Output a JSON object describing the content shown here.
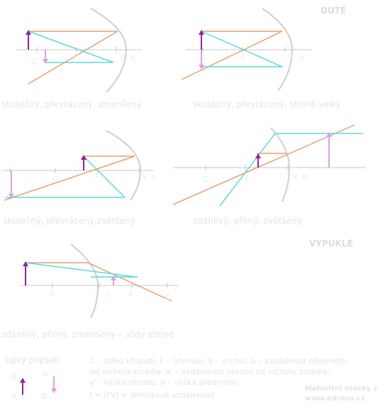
{
  "colors": {
    "axis": "#c8c8c8",
    "mirror": "#cfcfcf",
    "orange_ray": "#e8a070",
    "cyan_ray": "#5fd8d8",
    "object_arrow": "#9a1d9a",
    "image_arrow": "#e39de3"
  },
  "headers": {
    "concave": "DUTÉ",
    "convex": "VYPUKLÉ"
  },
  "point_labels": {
    "c": "C",
    "f": "F",
    "v": "V",
    "o": "o"
  },
  "captions": [
    "skutečný, převrácený, zmenšený",
    "skutečný, převrácený, stejně velký",
    "skutečný, převrácený,zvětšený",
    "zdánlivý, přímý, zvětšený",
    "zdánlivý, přímý, zmenšený – vždy stejné"
  ],
  "legend": {
    "title": "šipky popsat:",
    "b": "B",
    "a": "A",
    "a_prime": "A'",
    "b_prime": "B'",
    "line1": "C – střed křivosti, F – ohnisko, V – vrchol, a – vzdálenost předmětu",
    "line2": "od vrcholu zrcadla, a' – vzdálenost obrazu od vrcholu zrcadla,",
    "line3": "y' - výška obrazu, y – výška předmětu",
    "line4": "f = |FV| = ohniskové vzdálenost"
  },
  "footer": {
    "line1": "Maturitní otázky z",
    "line2": "www.edraco.cz"
  }
}
